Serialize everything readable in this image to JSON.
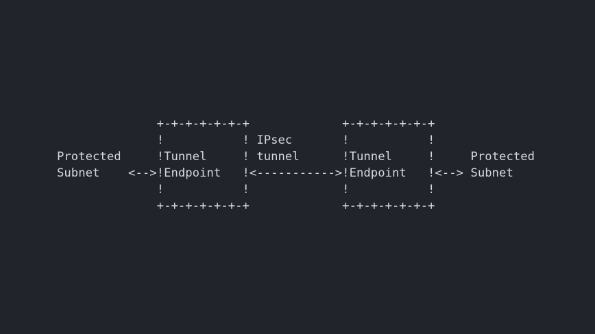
{
  "colors": {
    "background": "#21252b",
    "text": "#d3d7de"
  },
  "diagram": {
    "kind": "ascii-network-diagram",
    "subject": "IPsec tunnel mode VPN between two tunnel endpoints",
    "lines": [
      "              +-+-+-+-+-+-+             +-+-+-+-+-+-+",
      "              !           ! IPsec       !           !",
      "Protected     !Tunnel     ! tunnel      !Tunnel     !     Protected",
      "Subnet    <-->!Endpoint   !<----------->!Endpoint   !<--> Subnet",
      "              !           !             !           !",
      "              +-+-+-+-+-+-+             +-+-+-+-+-+-+"
    ],
    "elements": {
      "left_subnet_label": "Protected Subnet",
      "left_box_label": "Tunnel Endpoint",
      "center_label": "IPsec tunnel",
      "right_box_label": "Tunnel Endpoint",
      "right_subnet_label": "Protected Subnet",
      "left_link_arrow": "<-->",
      "tunnel_arrow": "<----------->",
      "right_link_arrow": "<-->",
      "box_border": "+-+-+-+-+-+-+",
      "box_side_char": "!"
    }
  }
}
